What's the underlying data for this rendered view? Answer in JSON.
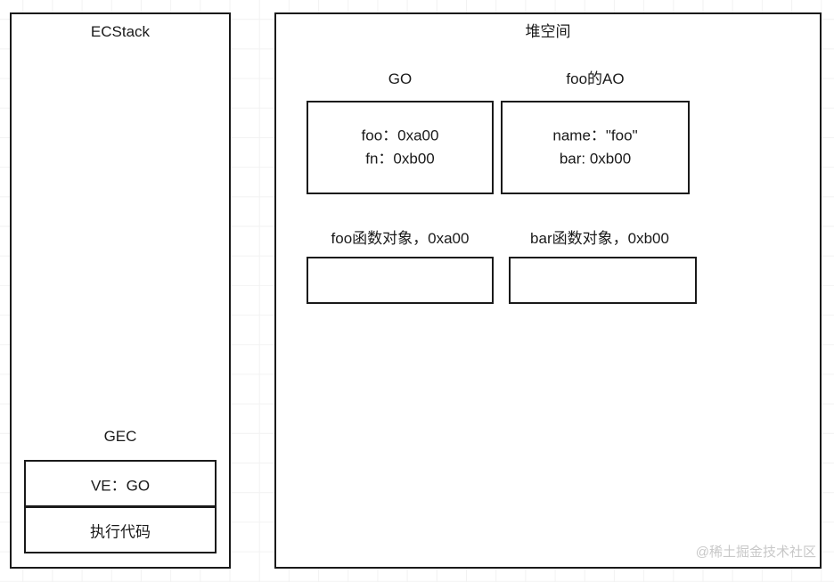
{
  "diagram": {
    "left_panel": {
      "title": "ECStack",
      "gec": {
        "title": "GEC",
        "rows": [
          {
            "label": "VE：GO"
          },
          {
            "label": "执行代码"
          }
        ]
      }
    },
    "right_panel": {
      "title": "堆空间",
      "objects": [
        {
          "title": "GO",
          "entries": [
            "foo：0xa00",
            "fn：0xb00"
          ]
        },
        {
          "title": "foo的AO",
          "entries": [
            "name：\"foo\"",
            "bar: 0xb00"
          ]
        }
      ],
      "function_objects": [
        {
          "title": "foo函数对象，0xa00",
          "entries": []
        },
        {
          "title": "bar函数对象，0xb00",
          "entries": []
        }
      ]
    },
    "watermark": "@稀土掘金技术社区"
  }
}
